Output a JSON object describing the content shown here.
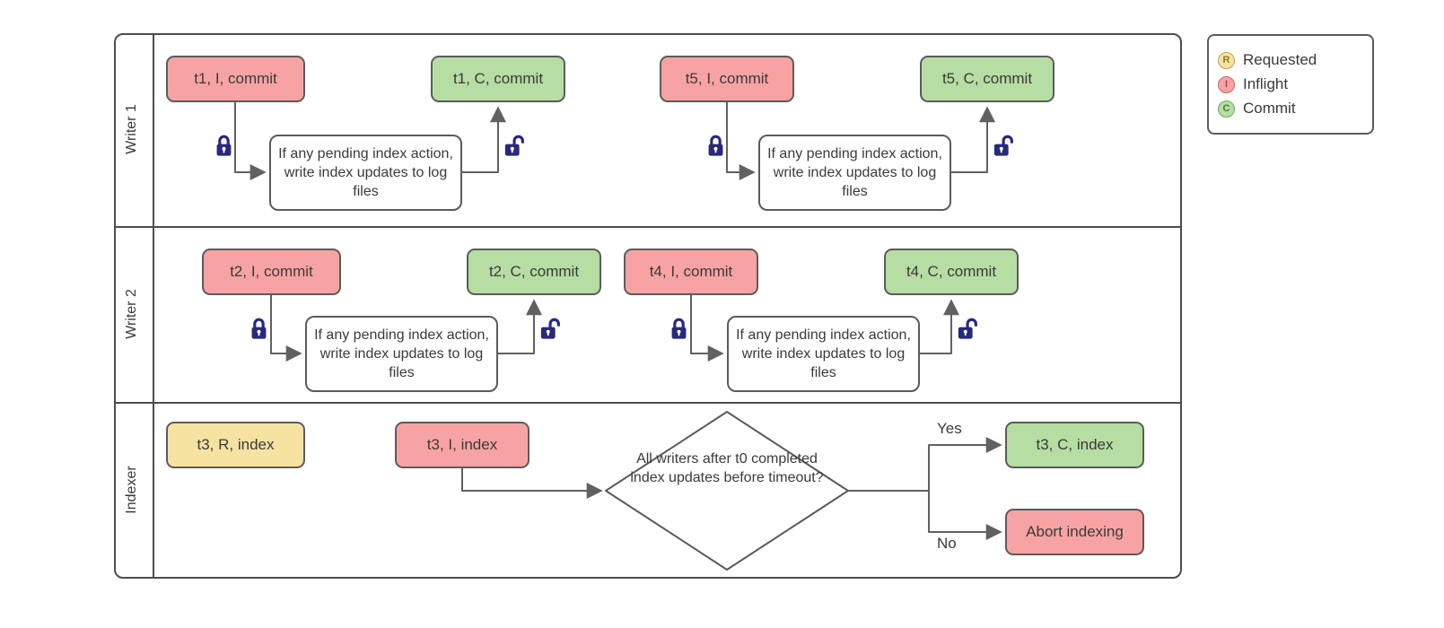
{
  "lanes": [
    {
      "label": "Writer 1"
    },
    {
      "label": "Writer 2"
    },
    {
      "label": "Indexer"
    }
  ],
  "legend": {
    "items": [
      {
        "symbol": "R",
        "label": "Requested"
      },
      {
        "symbol": "I",
        "label": "Inflight"
      },
      {
        "symbol": "C",
        "label": "Commit"
      }
    ]
  },
  "nodes": {
    "t1_inflight": "t1, I, commit",
    "t1_commit": "t1, C, commit",
    "t5_inflight": "t5, I, commit",
    "t5_commit": "t5, C, commit",
    "t2_inflight": "t2, I, commit",
    "t2_commit": "t2, C, commit",
    "t4_inflight": "t4, I, commit",
    "t4_commit": "t4, C, commit",
    "t3_requested": "t3, R, index",
    "t3_inflight": "t3, I, index",
    "t3_commit": "t3, C, index",
    "abort": "Abort indexing"
  },
  "notes": {
    "pending": "If any pending index action, write index updates to log files"
  },
  "decision": {
    "question": "All writers after t0 completed index updates before timeout?",
    "yes_label": "Yes",
    "no_label": "No"
  },
  "colors": {
    "inflight_fill": "#f8a3a3",
    "commit_fill": "#b6dda2",
    "requested_fill": "#f6e3a2",
    "node_border": "#5b5b5b",
    "lane_border": "#4d4d4d",
    "edge_line": "#616161",
    "lock": "#28287d"
  }
}
